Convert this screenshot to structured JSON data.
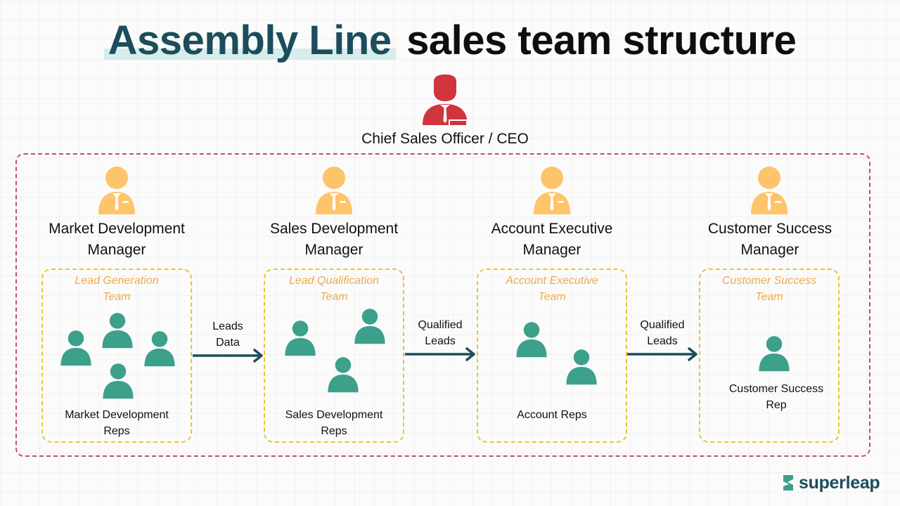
{
  "title": {
    "highlight": "Assembly Line",
    "rest": "sales team structure"
  },
  "ceo": {
    "label": "Chief Sales Officer / CEO"
  },
  "managers": [
    {
      "line1": "Market Development",
      "line2": "Manager"
    },
    {
      "line1": "Sales Development",
      "line2": "Manager"
    },
    {
      "line1": "Account Executive",
      "line2": "Manager"
    },
    {
      "line1": "Customer Success",
      "line2": "Manager"
    }
  ],
  "teams": [
    {
      "title1": "Lead Generation",
      "title2": "Team",
      "reps1": "Market Development",
      "reps2": "Reps"
    },
    {
      "title1": "Lead Qualification",
      "title2": "Team",
      "reps1": "Sales Development",
      "reps2": "Reps"
    },
    {
      "title1": "Account Executive",
      "title2": "Team",
      "reps1": "Account Reps",
      "reps2": ""
    },
    {
      "title1": "Customer Success",
      "title2": "Team",
      "reps1": "Customer Success",
      "reps2": "Rep"
    }
  ],
  "flows": [
    {
      "line1": "Leads",
      "line2": "Data"
    },
    {
      "line1": "Qualified",
      "line2": "Leads"
    },
    {
      "line1": "Qualified",
      "line2": "Leads"
    }
  ],
  "brand": {
    "name": "superleap"
  },
  "colors": {
    "title_accent": "#1b4d5c",
    "ceo_icon": "#d0343c",
    "manager_icon": "#fdc46a",
    "rep_icon": "#3ca08b",
    "outer_border": "#c0506a",
    "team_border": "#e8c62c",
    "team_title": "#eea94a",
    "arrow": "#1b4d5c"
  },
  "icons": {
    "ceo": "executive-person-icon",
    "manager": "manager-person-icon",
    "rep": "person-icon",
    "arrow": "arrow-right-icon",
    "logo": "superleap-logo-icon"
  }
}
